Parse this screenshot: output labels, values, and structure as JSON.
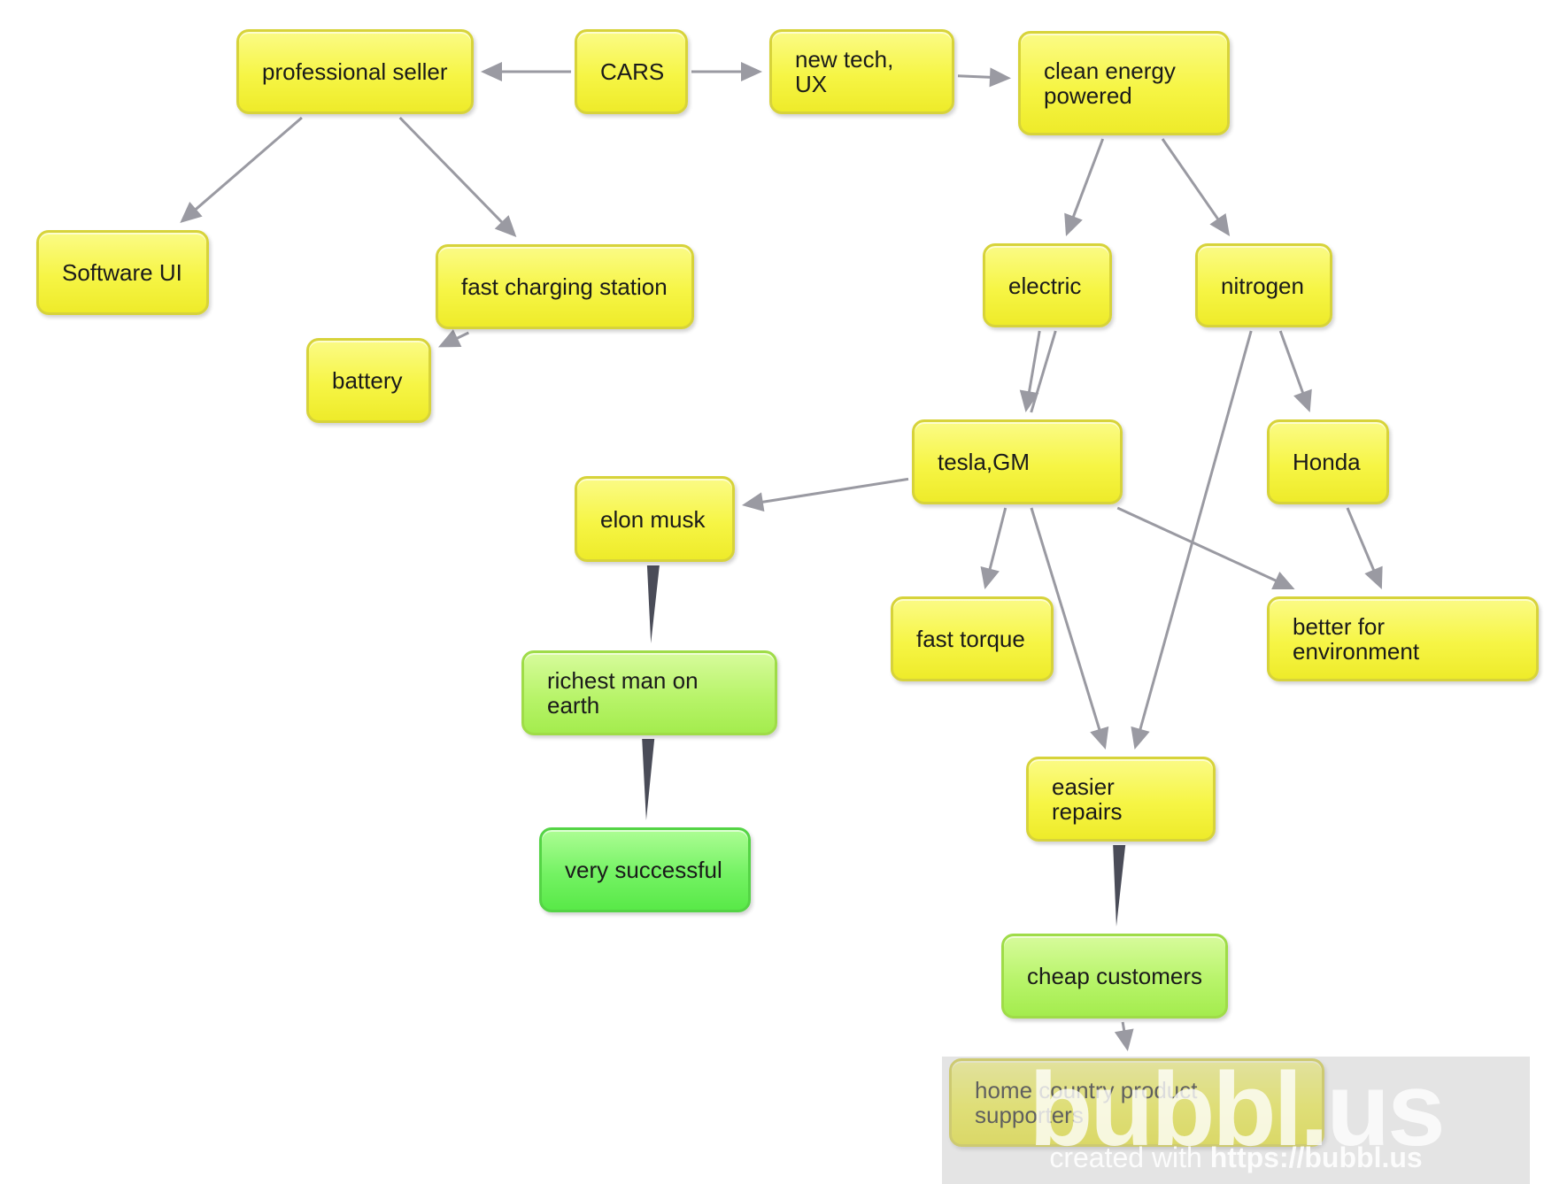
{
  "diagram": {
    "nodes": [
      {
        "id": "professional",
        "label": "professional seller",
        "style": "yellow"
      },
      {
        "id": "cars",
        "label": "CARS",
        "style": "yellow"
      },
      {
        "id": "newtech",
        "label": "new tech, UX",
        "style": "yellow"
      },
      {
        "id": "clean",
        "label": "clean energy\npowered",
        "style": "yellow"
      },
      {
        "id": "software",
        "label": "Software UI",
        "style": "yellow"
      },
      {
        "id": "fastcharge",
        "label": "fast charging station",
        "style": "yellow"
      },
      {
        "id": "battery",
        "label": "battery",
        "style": "yellow"
      },
      {
        "id": "electric",
        "label": "electric",
        "style": "yellow"
      },
      {
        "id": "nitrogen",
        "label": "nitrogen",
        "style": "yellow"
      },
      {
        "id": "tesla",
        "label": "tesla,GM",
        "style": "yellow"
      },
      {
        "id": "honda",
        "label": "Honda",
        "style": "yellow"
      },
      {
        "id": "elon",
        "label": "elon musk",
        "style": "yellow"
      },
      {
        "id": "torque",
        "label": "fast torque",
        "style": "yellow"
      },
      {
        "id": "better",
        "label": "better for environment",
        "style": "yellow"
      },
      {
        "id": "richest",
        "label": "richest man on earth",
        "style": "green-light"
      },
      {
        "id": "successful",
        "label": "very successful",
        "style": "green"
      },
      {
        "id": "repairs",
        "label": "easier repairs",
        "style": "yellow"
      },
      {
        "id": "cheap",
        "label": "cheap customers",
        "style": "green-light"
      },
      {
        "id": "home",
        "label": "home country product supporters",
        "style": "yellow"
      }
    ],
    "edges": [
      {
        "from": "cars",
        "to": "professional",
        "kind": "arrow"
      },
      {
        "from": "cars",
        "to": "newtech",
        "kind": "arrow"
      },
      {
        "from": "newtech",
        "to": "clean",
        "kind": "arrow"
      },
      {
        "from": "professional",
        "to": "software",
        "kind": "arrow"
      },
      {
        "from": "professional",
        "to": "fastcharge",
        "kind": "arrow"
      },
      {
        "from": "fastcharge",
        "to": "battery",
        "kind": "arrow"
      },
      {
        "from": "clean",
        "to": "electric",
        "kind": "arrow"
      },
      {
        "from": "clean",
        "to": "nitrogen",
        "kind": "arrow"
      },
      {
        "from": "electric",
        "to": "tesla",
        "kind": "arrow"
      },
      {
        "from": "electric",
        "to": "tesla",
        "kind": "line"
      },
      {
        "from": "nitrogen",
        "to": "honda",
        "kind": "arrow"
      },
      {
        "from": "nitrogen",
        "to": "repairs",
        "kind": "arrow"
      },
      {
        "from": "tesla",
        "to": "elon",
        "kind": "arrow"
      },
      {
        "from": "tesla",
        "to": "torque",
        "kind": "arrow"
      },
      {
        "from": "tesla",
        "to": "repairs",
        "kind": "arrow"
      },
      {
        "from": "tesla",
        "to": "better",
        "kind": "arrow"
      },
      {
        "from": "honda",
        "to": "better",
        "kind": "arrow"
      },
      {
        "from": "elon",
        "to": "richest",
        "kind": "taper"
      },
      {
        "from": "richest",
        "to": "successful",
        "kind": "taper"
      },
      {
        "from": "repairs",
        "to": "cheap",
        "kind": "taper"
      },
      {
        "from": "cheap",
        "to": "home",
        "kind": "arrow"
      }
    ]
  },
  "watermark": {
    "logo": "bubbl.us",
    "prefix": "created with ",
    "url": "https://bubbl.us"
  },
  "colors": {
    "yellow_fill": "#f6f545",
    "yellow_border": "#d7d33a",
    "green_light_fill": "#b8f46a",
    "green_fill": "#74f263",
    "arrow": "#9a9aa2",
    "taper": "#4a4c58"
  }
}
